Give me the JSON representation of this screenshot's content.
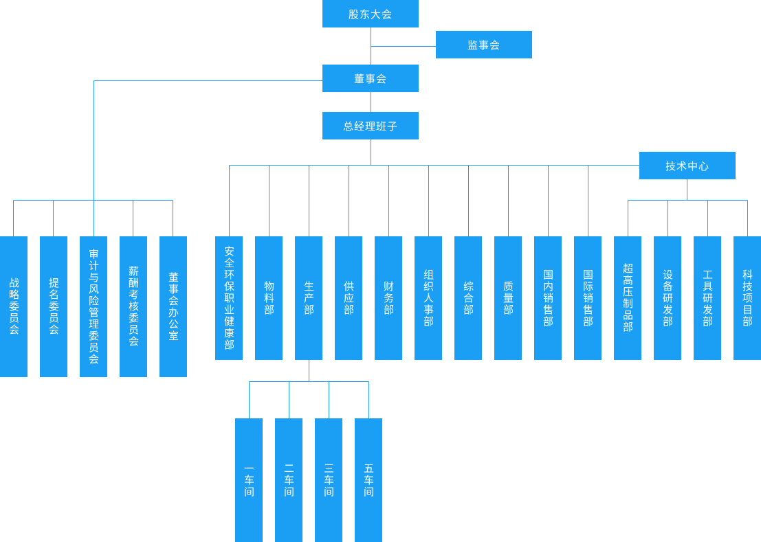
{
  "colors": {
    "box_fill": "#1a9ff5",
    "connector": "#1a9ff5",
    "text": "#ffffff",
    "background": "#ffffff"
  },
  "top": {
    "shareholders": "股东大会",
    "supervisors": "监事会",
    "board": "董事会",
    "gm_team": "总经理班子",
    "tech_center": "技术中心"
  },
  "committees": [
    "战略委员会",
    "提名委员会",
    "审计与风险管理委员会",
    "薪酬考核委员会",
    "董事会办公室"
  ],
  "departments": [
    "安全环保职业健康部",
    "物料部",
    "生产部",
    "供应部",
    "财务部",
    "组织人事部",
    "综合部",
    "质量部",
    "国内销售部",
    "国际销售部"
  ],
  "tech_departments": [
    "超高压制品部",
    "设备研发部",
    "工具研发部",
    "科技项目部"
  ],
  "workshops": [
    "一车间",
    "二车间",
    "三车间",
    "五车间"
  ]
}
